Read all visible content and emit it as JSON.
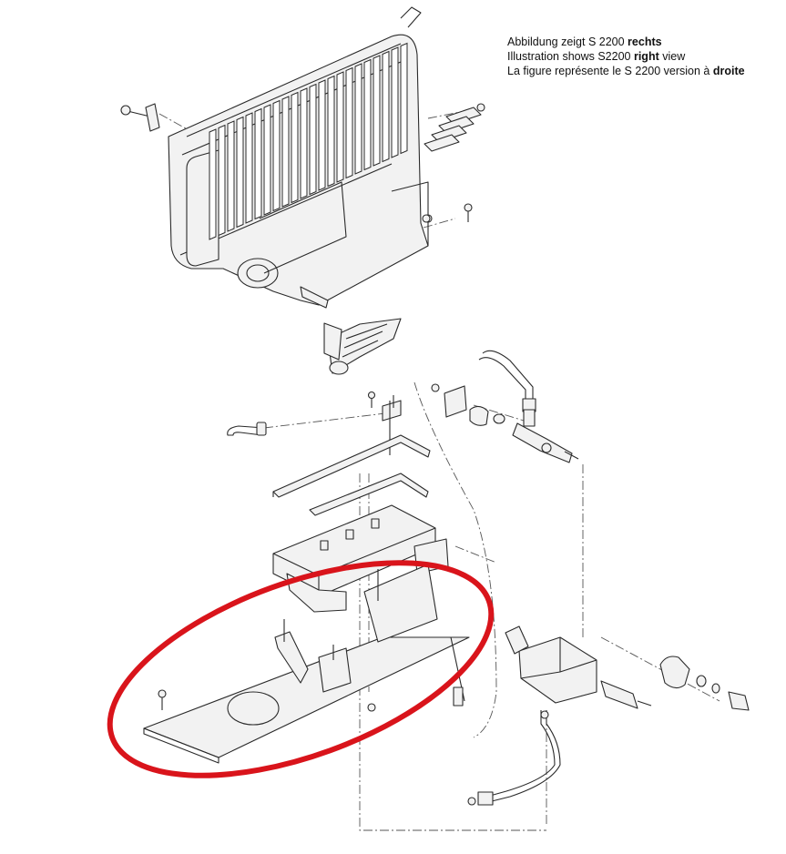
{
  "caption": {
    "de": {
      "text": "Abbildung zeigt S 2200 ",
      "emph": "rechts",
      "tail": ""
    },
    "en": {
      "text": "Illustration shows S2200 ",
      "emph": "right",
      "tail": " view"
    },
    "fr": {
      "text": "La figure représente le S 2200 version à ",
      "emph": "droite",
      "tail": ""
    }
  },
  "highlight": {
    "shape": "ellipse",
    "color": "#d9141b",
    "target": "base-plate"
  },
  "colors": {
    "line": "#2a2a2a",
    "background": "#ffffff"
  }
}
